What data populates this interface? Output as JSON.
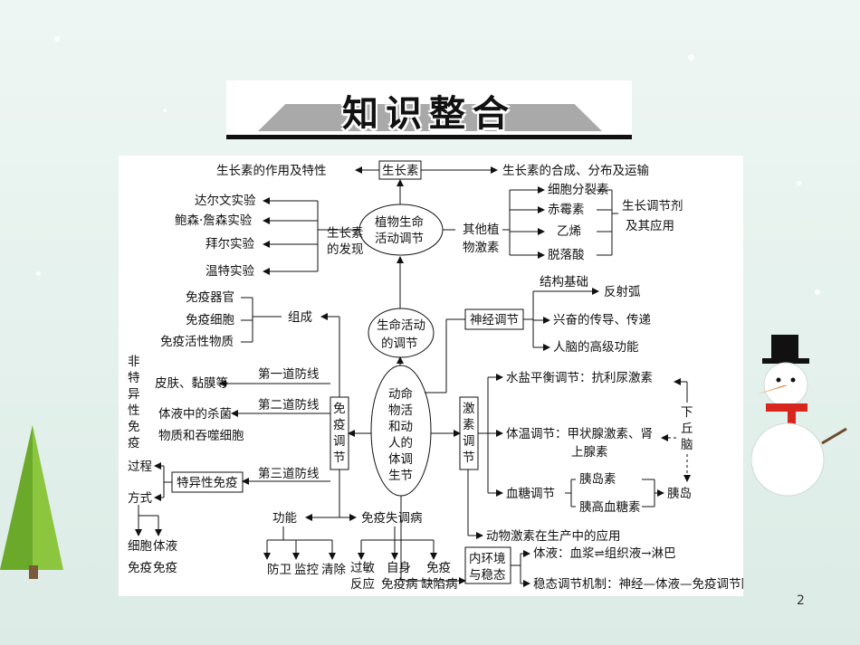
{
  "header": {
    "title": "知识整合"
  },
  "page_number": "2",
  "diagram": {
    "center": [
      "生命活动",
      "的调节"
    ],
    "plant": {
      "node": [
        "植物生命",
        "活动调节"
      ],
      "auxin": "生长素",
      "auxin_role": "生长素的作用及特性",
      "auxin_synth": "生长素的合成、分布及运输",
      "discovery": [
        "生长素",
        "的发现"
      ],
      "experiments": [
        "达尔文实验",
        "鲍森·詹森实验",
        "拜尔实验",
        "温特实验"
      ],
      "other": [
        "其他植",
        "物激素"
      ],
      "hormones": [
        "细胞分裂素",
        "赤霉素",
        "乙烯",
        "脱落酸"
      ],
      "regulators": [
        "生长调节剂",
        "及其应用"
      ]
    },
    "animal": {
      "node": [
        "动命",
        "物活",
        "和动",
        "人的",
        "体调",
        "生节"
      ]
    },
    "nerve": {
      "node": "神经调节",
      "basis": "结构基础",
      "reflex": "反射弧",
      "conduct": "兴奋的传导、传递",
      "brain": "人脑的高级功能"
    },
    "hormone": {
      "node": [
        "激",
        "素",
        "调",
        "节"
      ],
      "water": "水盐平衡调节：抗利尿激素",
      "temp": "体温调节：甲状腺激素、肾",
      "temp2": "上腺素",
      "hypo": [
        "下",
        "丘",
        "脑"
      ],
      "sugar": "血糖调节",
      "insulin": "胰岛素",
      "glucagon": "胰高血糖素",
      "islet": "胰岛",
      "app": "动物激素在生产中的应用"
    },
    "internal": {
      "node": [
        "内环境",
        "与稳态"
      ],
      "fluid": "体液：血浆⇌组织液→淋巴",
      "mechanism": "稳态调节机制：神经—体液—免疫调节网络"
    },
    "immune": {
      "node": [
        "免",
        "疫",
        "调",
        "节"
      ],
      "compose": "组成",
      "parts": [
        "免疫器官",
        "免疫细胞",
        "免疫活性物质"
      ],
      "nonspecific": [
        "非",
        "特",
        "异",
        "性",
        "免",
        "疫"
      ],
      "first_line": "第一道防线",
      "second_line": "第二道防线",
      "third_line": "第三道防线",
      "skin": "皮肤、黏膜等",
      "bactericide": "体液中的杀菌",
      "phagocyte": "物质和吞噬细胞",
      "specific": "特异性免疫",
      "process": "过程",
      "mode": "方式",
      "cellular": [
        "细胞",
        "免疫"
      ],
      "humoral": [
        "体液",
        "免疫"
      ],
      "function": "功能",
      "functions": [
        "防卫",
        "监控",
        "清除"
      ],
      "disorder": "免疫失调病",
      "allergy": [
        "过敏",
        "反应"
      ],
      "autoimmune": [
        "自身",
        "免疫病"
      ],
      "deficiency": [
        "免疫",
        "缺陷病"
      ]
    }
  }
}
